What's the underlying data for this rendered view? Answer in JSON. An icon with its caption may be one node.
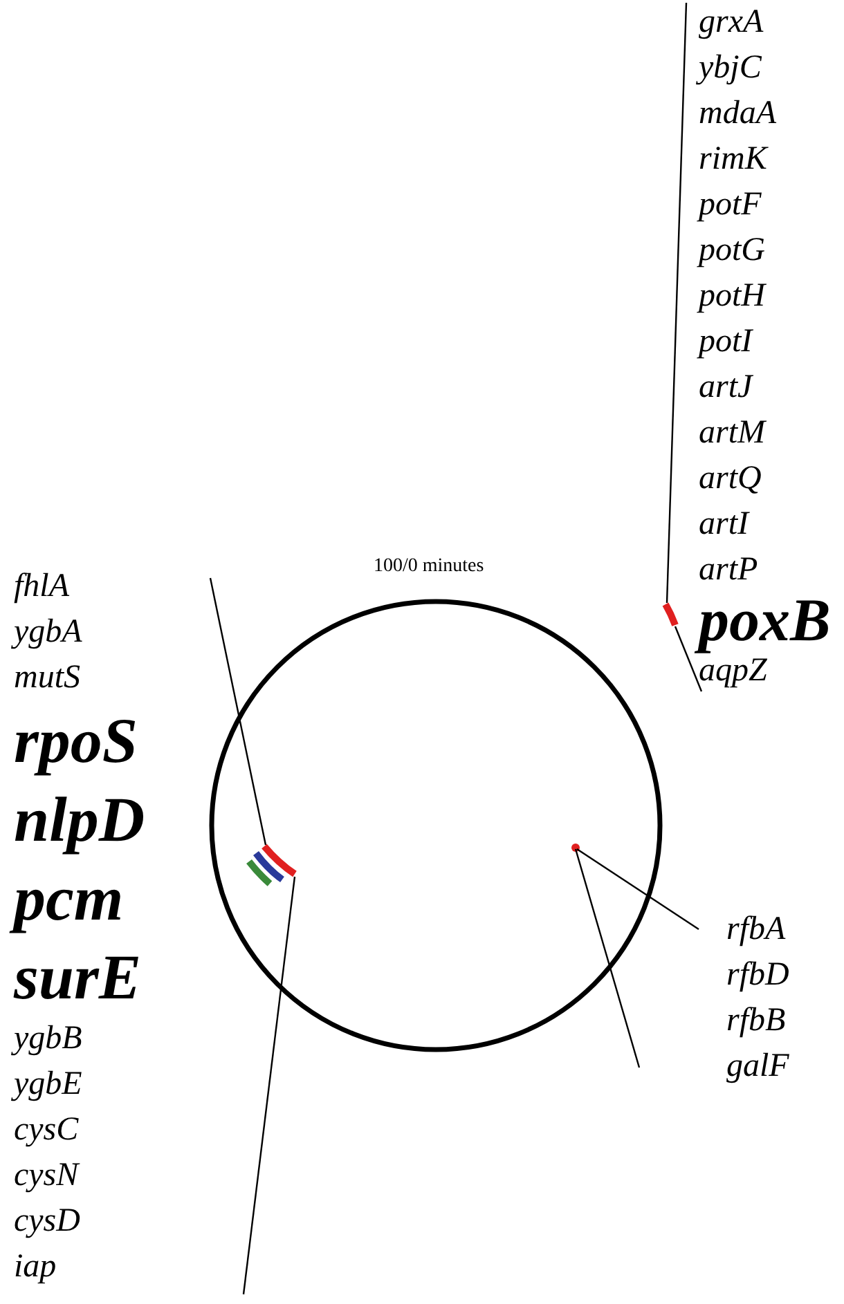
{
  "diagram": {
    "nodes": [
      {
        "text": [
          "grxA",
          "ybjC",
          "mdaA",
          "rimK",
          "potF",
          "potG",
          "potH",
          "potI",
          "artJ",
          "artM",
          "artQ",
          "artI",
          "artP",
          "poxB",
          "aqpZ"
        ]
      },
      {
        "text": [],
        "shape": "bar"
      },
      {
        "text": [
          "fhlA",
          "ygbA",
          "mutS",
          "rpoS",
          "nlpD",
          "pcm",
          "surE",
          "ygbB",
          "ygbE",
          "cysC",
          "cysN",
          "cysD",
          "iap"
        ]
      },
      {
        "text": [],
        "shape": "bar"
      },
      {
        "text": [],
        "shape": "bar"
      },
      {
        "text": [],
        "shape": "bar"
      },
      {
        "text": [],
        "shape": "circle"
      },
      {
        "text": [
          "rfbA",
          "rfbD",
          "rfbB",
          "galF"
        ]
      }
    ],
    "edges": [
      {
        "from": 0,
        "to": 1,
        "arrow": "none"
      },
      {
        "from": 0,
        "to": 1,
        "arrow": "none"
      },
      {
        "from": 2,
        "to": 3,
        "arrow": "none"
      },
      {
        "from": 2,
        "to": 3,
        "arrow": "none"
      },
      {
        "from": 7,
        "to": 6,
        "arrow": "none"
      },
      {
        "from": 7,
        "to": 6,
        "arrow": "none"
      }
    ],
    "labels": [
      "100/0 minutes"
    ]
  }
}
